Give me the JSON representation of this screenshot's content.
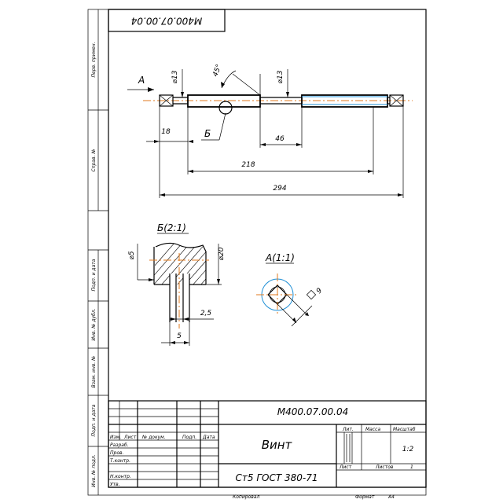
{
  "drawing": {
    "code_top": "М400.07.00.04",
    "code_main": "М400.07.00.04",
    "title": "Винт",
    "material": "Ст5 ГОСТ 380-71",
    "scale": "1:2",
    "sheet_label": "Листов",
    "sheets_total": "1",
    "copied_label": "Копировал",
    "format_label": "Формат",
    "format_value": "А4"
  },
  "left_strip": {
    "perv_primen": "Перв. примен.",
    "sprav_no": "Справ. №",
    "podp_data_1": "Подп. и дата",
    "inv_dubl": "Инв. № дубл.",
    "vzam_inv": "Взам. инв. №",
    "podp_data_2": "Подп. и дата",
    "inv_podl": "Инв. № подл."
  },
  "title_block": {
    "col_izm": "Изм.",
    "col_list": "Лист",
    "col_doc": "№ докум.",
    "col_podp": "Подп.",
    "col_data": "Дата",
    "row_razrab": "Разраб.",
    "row_prov": "Пров.",
    "row_tkontr": "Т.контр.",
    "row_nkontr": "Н.контр.",
    "row_utv": "Утв.",
    "hdr_lit": "Лит.",
    "hdr_massa": "Масса",
    "hdr_masshtab": "Масштаб",
    "hdr_list": "Лист"
  },
  "main_view": {
    "view_mark": "А",
    "dia_left": "⌀13",
    "dia_right": "⌀13",
    "angle": "45°",
    "section_mark": "Б",
    "dim_18": "18",
    "dim_46": "46",
    "dim_218": "218",
    "dim_294": "294"
  },
  "detail_b": {
    "label": "Б(2:1)",
    "dia_5": "⌀5",
    "dia_20": "⌀20",
    "dim_25": "2,5",
    "dim_5": "5"
  },
  "detail_a": {
    "label": "А(1:1)",
    "square": "9"
  }
}
